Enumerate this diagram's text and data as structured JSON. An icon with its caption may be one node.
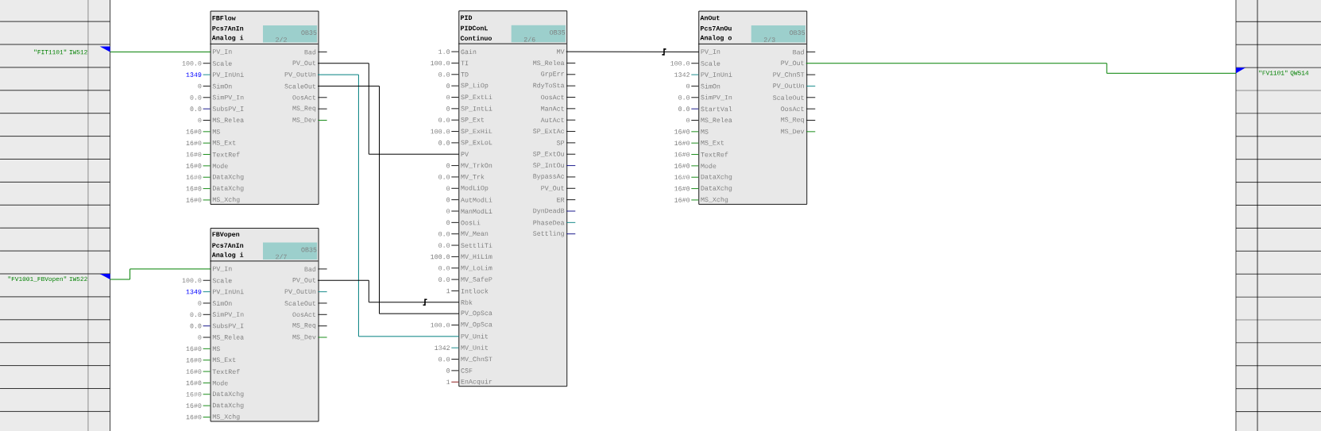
{
  "diagram": {
    "nodes": [
      {
        "text": [
          "\"FIT1101\" IW512"
        ]
      },
      {
        "text": [
          "FBFlow",
          "Pcs7AnIn",
          "Analog i",
          "OB35",
          "2/2"
        ]
      },
      {
        "text": [
          "PV_In"
        ],
        "in": 1
      },
      {
        "text": [
          "Scale"
        ],
        "in": 1,
        "beside": [
          "100.0"
        ]
      },
      {
        "text": [
          "PV_InUni"
        ],
        "in": 1,
        "beside": [
          "1349"
        ]
      },
      {
        "text": [
          "SimOn"
        ],
        "in": 1,
        "beside": [
          "0"
        ]
      },
      {
        "text": [
          "SimPV_In"
        ],
        "in": 1,
        "beside": [
          "0.0"
        ]
      },
      {
        "text": [
          "SubsPV_I"
        ],
        "in": 1,
        "beside": [
          "0.0"
        ]
      },
      {
        "text": [
          "MS_Relea"
        ],
        "in": 1,
        "beside": [
          "0"
        ]
      },
      {
        "text": [
          "MS"
        ],
        "in": 1,
        "beside": [
          "16#0"
        ]
      },
      {
        "text": [
          "MS_Ext"
        ],
        "in": 1,
        "beside": [
          "16#0"
        ]
      },
      {
        "text": [
          "TextRef"
        ],
        "in": 1,
        "beside": [
          "16#0"
        ]
      },
      {
        "text": [
          "Mode"
        ],
        "in": 1,
        "beside": [
          "16#0"
        ]
      },
      {
        "text": [
          "DataXchg"
        ],
        "in": 1,
        "beside": [
          "16#0"
        ]
      },
      {
        "text": [
          "DataXchg"
        ],
        "in": 1,
        "beside": [
          "16#0"
        ]
      },
      {
        "text": [
          "MS_Xchg"
        ],
        "in": 1,
        "beside": [
          "16#0"
        ]
      },
      {
        "text": [
          "Bad"
        ],
        "in": 1
      },
      {
        "text": [
          "PV_Out"
        ],
        "in": 1
      },
      {
        "text": [
          "PV_OutUn"
        ],
        "in": 1
      },
      {
        "text": [
          "ScaleOut"
        ],
        "in": 1
      },
      {
        "text": [
          "OosAct"
        ],
        "in": 1
      },
      {
        "text": [
          "MS_Req"
        ],
        "in": 1
      },
      {
        "text": [
          "MS_Dev"
        ],
        "in": 1
      },
      {
        "text": [
          "\"FV1001_FBVopen\" IW522"
        ]
      },
      {
        "text": [
          "FBVopen",
          "Pcs7AnIn",
          "Analog i",
          "OB35",
          "2/7"
        ]
      },
      {
        "text": [
          "PV_In"
        ],
        "in": 24
      },
      {
        "text": [
          "Scale"
        ],
        "in": 24,
        "beside": [
          "100.0"
        ]
      },
      {
        "text": [
          "PV_InUni"
        ],
        "in": 24,
        "beside": [
          "1349"
        ]
      },
      {
        "text": [
          "SimOn"
        ],
        "in": 24,
        "beside": [
          "0"
        ]
      },
      {
        "text": [
          "SimPV_In"
        ],
        "in": 24,
        "beside": [
          "0.0"
        ]
      },
      {
        "text": [
          "SubsPV_I"
        ],
        "in": 24,
        "beside": [
          "0.0"
        ]
      },
      {
        "text": [
          "MS_Relea"
        ],
        "in": 24,
        "beside": [
          "0"
        ]
      },
      {
        "text": [
          "MS"
        ],
        "in": 24,
        "beside": [
          "16#0"
        ]
      },
      {
        "text": [
          "MS_Ext"
        ],
        "in": 24,
        "beside": [
          "16#0"
        ]
      },
      {
        "text": [
          "TextRef"
        ],
        "in": 24,
        "beside": [
          "16#0"
        ]
      },
      {
        "text": [
          "Mode"
        ],
        "in": 24,
        "beside": [
          "16#0"
        ]
      },
      {
        "text": [
          "DataXchg"
        ],
        "in": 24,
        "beside": [
          "16#0"
        ]
      },
      {
        "text": [
          "DataXchg"
        ],
        "in": 24,
        "beside": [
          "16#0"
        ]
      },
      {
        "text": [
          "MS_Xchg"
        ],
        "in": 24,
        "beside": [
          "16#0"
        ]
      },
      {
        "text": [
          "Bad"
        ],
        "in": 24
      },
      {
        "text": [
          "PV_Out"
        ],
        "in": 24
      },
      {
        "text": [
          "PV_OutUn"
        ],
        "in": 24
      },
      {
        "text": [
          "ScaleOut"
        ],
        "in": 24
      },
      {
        "text": [
          "OosAct"
        ],
        "in": 24
      },
      {
        "text": [
          "MS_Req"
        ],
        "in": 24
      },
      {
        "text": [
          "MS_Dev"
        ],
        "in": 24
      },
      {
        "text": [
          "PID",
          "PIDConL",
          "Continuo",
          "OB35",
          "2/6"
        ]
      },
      {
        "text": [
          "Gain"
        ],
        "in": 46,
        "beside": [
          "1.0"
        ]
      },
      {
        "text": [
          "TI"
        ],
        "in": 46,
        "beside": [
          "100.0"
        ]
      },
      {
        "text": [
          "TD"
        ],
        "in": 46,
        "beside": [
          "0.0"
        ]
      },
      {
        "text": [
          "SP_LiOp"
        ],
        "in": 46,
        "beside": [
          "0"
        ]
      },
      {
        "text": [
          "SP_ExtLi"
        ],
        "in": 46,
        "beside": [
          "0"
        ]
      },
      {
        "text": [
          "SP_IntLi"
        ],
        "in": 46,
        "beside": [
          "0"
        ]
      },
      {
        "text": [
          "SP_Ext"
        ],
        "in": 46,
        "beside": [
          "0.0"
        ]
      },
      {
        "text": [
          "SP_ExHiL"
        ],
        "in": 46,
        "beside": [
          "100.0"
        ]
      },
      {
        "text": [
          "SP_ExLoL"
        ],
        "in": 46,
        "beside": [
          "0.0"
        ]
      },
      {
        "text": [
          "PV"
        ],
        "in": 46
      },
      {
        "text": [
          "MV_TrkOn"
        ],
        "in": 46,
        "beside": [
          "0"
        ]
      },
      {
        "text": [
          "MV_Trk"
        ],
        "in": 46,
        "beside": [
          "0.0"
        ]
      },
      {
        "text": [
          "ModLiOp"
        ],
        "in": 46,
        "beside": [
          "0"
        ]
      },
      {
        "text": [
          "AutModLi"
        ],
        "in": 46,
        "beside": [
          "0"
        ]
      },
      {
        "text": [
          "ManModLi"
        ],
        "in": 46,
        "beside": [
          "0"
        ]
      },
      {
        "text": [
          "OosLi"
        ],
        "in": 46,
        "beside": [
          "0"
        ]
      },
      {
        "text": [
          "MV_Mean"
        ],
        "in": 46,
        "beside": [
          "0.0"
        ]
      },
      {
        "text": [
          "SettliTi"
        ],
        "in": 46,
        "beside": [
          "0.0"
        ]
      },
      {
        "text": [
          "MV_HiLim"
        ],
        "in": 46,
        "beside": [
          "100.0"
        ]
      },
      {
        "text": [
          "MV_LoLim"
        ],
        "in": 46,
        "beside": [
          "0.0"
        ]
      },
      {
        "text": [
          "MV_SafeP"
        ],
        "in": 46,
        "beside": [
          "0.0"
        ]
      },
      {
        "text": [
          "Intlock"
        ],
        "in": 46,
        "beside": [
          "1"
        ]
      },
      {
        "text": [
          "Rbk"
        ],
        "in": 46
      },
      {
        "text": [
          "PV_OpSca"
        ],
        "in": 46
      },
      {
        "text": [
          "MV_OpSca"
        ],
        "in": 46,
        "beside": [
          "100.0"
        ]
      },
      {
        "text": [
          "PV_Unit"
        ],
        "in": 46
      },
      {
        "text": [
          "MV_Unit"
        ],
        "in": 46,
        "beside": [
          "1342"
        ]
      },
      {
        "text": [
          "MV_ChnST"
        ],
        "in": 46,
        "beside": [
          "0.0"
        ]
      },
      {
        "text": [
          "CSF"
        ],
        "in": 46,
        "beside": [
          "0"
        ]
      },
      {
        "text": [
          "EnAcquir"
        ],
        "in": 46,
        "beside": [
          "1"
        ]
      },
      {
        "text": [
          "MV"
        ],
        "in": 46
      },
      {
        "text": [
          "MS_Relea"
        ],
        "in": 46
      },
      {
        "text": [
          "GrpErr"
        ],
        "in": 46
      },
      {
        "text": [
          "RdyToSta"
        ],
        "in": 46
      },
      {
        "text": [
          "OosAct"
        ],
        "in": 46
      },
      {
        "text": [
          "ManAct"
        ],
        "in": 46
      },
      {
        "text": [
          "AutAct"
        ],
        "in": 46
      },
      {
        "text": [
          "SP_ExtAc"
        ],
        "in": 46
      },
      {
        "text": [
          "SP"
        ],
        "in": 46
      },
      {
        "text": [
          "SP_ExtOu"
        ],
        "in": 46
      },
      {
        "text": [
          "SP_IntOu"
        ],
        "in": 46
      },
      {
        "text": [
          "BypassAc"
        ],
        "in": 46
      },
      {
        "text": [
          "PV_Out"
        ],
        "in": 46
      },
      {
        "text": [
          "ER"
        ],
        "in": 46
      },
      {
        "text": [
          "DynDeadB"
        ],
        "in": 46
      },
      {
        "text": [
          "PhaseDea"
        ],
        "in": 46
      },
      {
        "text": [
          "Settling"
        ],
        "in": 46
      },
      {
        "text": [
          "AnOut",
          "Pcs7AnOu",
          "Analog o",
          "OB35",
          "2/3"
        ]
      },
      {
        "text": [
          "PV_In"
        ],
        "in": 94
      },
      {
        "text": [
          "Scale"
        ],
        "in": 94,
        "beside": [
          "100.0"
        ]
      },
      {
        "text": [
          "PV_InUni"
        ],
        "in": 94,
        "beside": [
          "1342"
        ]
      },
      {
        "text": [
          "SimOn"
        ],
        "in": 94,
        "beside": [
          "0"
        ]
      },
      {
        "text": [
          "SimPV_In"
        ],
        "in": 94,
        "beside": [
          "0.0"
        ]
      },
      {
        "text": [
          "StartVal"
        ],
        "in": 94,
        "beside": [
          "0.0"
        ]
      },
      {
        "text": [
          "MS_Relea"
        ],
        "in": 94,
        "beside": [
          "0"
        ]
      },
      {
        "text": [
          "MS"
        ],
        "in": 94,
        "beside": [
          "16#0"
        ]
      },
      {
        "text": [
          "MS_Ext"
        ],
        "in": 94,
        "beside": [
          "16#0"
        ]
      },
      {
        "text": [
          "TextRef"
        ],
        "in": 94,
        "beside": [
          "16#0"
        ]
      },
      {
        "text": [
          "Mode"
        ],
        "in": 94,
        "beside": [
          "16#0"
        ]
      },
      {
        "text": [
          "DataXchg"
        ],
        "in": 94,
        "beside": [
          "16#0"
        ]
      },
      {
        "text": [
          "DataXchg"
        ],
        "in": 94,
        "beside": [
          "16#0"
        ]
      },
      {
        "text": [
          "MS_Xchg"
        ],
        "in": 94,
        "beside": [
          "16#0"
        ]
      },
      {
        "text": [
          "Bad"
        ],
        "in": 94
      },
      {
        "text": [
          "PV_Out"
        ],
        "in": 94
      },
      {
        "text": [
          "PV_ChnST"
        ],
        "in": 94
      },
      {
        "text": [
          "PV_OutUn"
        ],
        "in": 94
      },
      {
        "text": [
          "ScaleOut"
        ],
        "in": 94
      },
      {
        "text": [
          "OosAct"
        ],
        "in": 94
      },
      {
        "text": [
          "MS_Req"
        ],
        "in": 94
      },
      {
        "text": [
          "MS_Dev"
        ],
        "in": 94
      },
      {
        "text": [
          "\"FV1101\" QW514"
        ]
      }
    ],
    "edges": [
      {
        "from": 2,
        "to": 0,
        "arrow": "to",
        "color": "#008000"
      },
      {
        "from": 25,
        "to": 23,
        "arrow": "to",
        "color": "#008000"
      },
      {
        "from": 17,
        "to": 56,
        "arrow": "none"
      },
      {
        "from": 18,
        "to": 72,
        "arrow": "none",
        "color": "#008080"
      },
      {
        "from": 19,
        "to": 70,
        "arrow": "none"
      },
      {
        "from": 40,
        "to": 69,
        "arrow": "none"
      },
      {
        "from": 77,
        "to": 95,
        "arrow": "none"
      },
      {
        "from": 110,
        "to": 117,
        "arrow": "to",
        "color": "#008000"
      }
    ]
  }
}
